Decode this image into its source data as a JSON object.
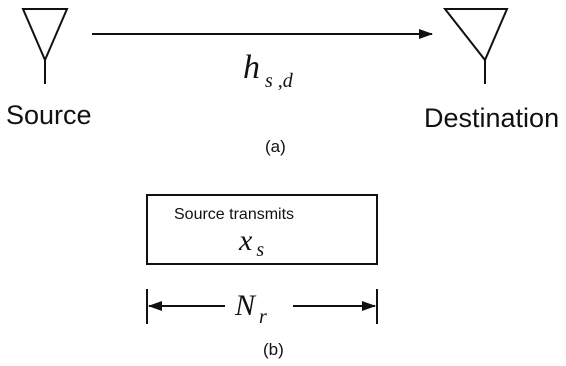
{
  "panel_a": {
    "source_label": "Source",
    "destination_label": "Destination",
    "channel": {
      "main": "h",
      "subscript": "s ,d"
    },
    "caption": "(a)"
  },
  "panel_b": {
    "box_text": "Source transmits",
    "symbol": {
      "main": "x",
      "subscript": "s"
    },
    "duration": {
      "main": "N",
      "subscript": "r"
    },
    "caption": "(b)"
  }
}
